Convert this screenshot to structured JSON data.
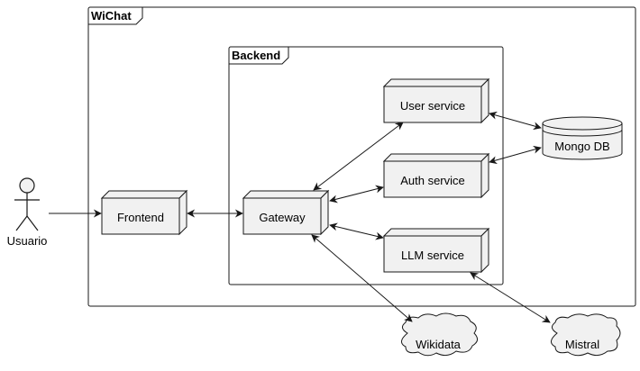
{
  "frames": {
    "outer": {
      "title": "WiChat"
    },
    "backend": {
      "title": "Backend"
    }
  },
  "actor": {
    "label": "Usuario",
    "icon": "stick-figure-icon"
  },
  "nodes": {
    "frontend": "Frontend",
    "gateway": "Gateway",
    "user_service": "User service",
    "auth_service": "Auth service",
    "llm_service": "LLM service"
  },
  "database": {
    "label": "Mongo DB",
    "icon": "database-cylinder-icon"
  },
  "clouds": {
    "wikidata": "Wikidata",
    "mistral": "Mistral"
  },
  "colors": {
    "fill": "#f1f1f1",
    "stroke": "#181818",
    "background": "#ffffff"
  },
  "connections": [
    {
      "from": "Usuario",
      "to": "Frontend",
      "direction": "one-way"
    },
    {
      "from": "Frontend",
      "to": "Gateway",
      "direction": "two-way"
    },
    {
      "from": "Gateway",
      "to": "User service",
      "direction": "two-way"
    },
    {
      "from": "Gateway",
      "to": "Auth service",
      "direction": "two-way"
    },
    {
      "from": "Gateway",
      "to": "LLM service",
      "direction": "two-way"
    },
    {
      "from": "User service",
      "to": "Mongo DB",
      "direction": "two-way"
    },
    {
      "from": "Auth service",
      "to": "Mongo DB",
      "direction": "two-way"
    },
    {
      "from": "Gateway",
      "to": "Wikidata",
      "direction": "two-way"
    },
    {
      "from": "LLM service",
      "to": "Mistral",
      "direction": "two-way"
    }
  ]
}
